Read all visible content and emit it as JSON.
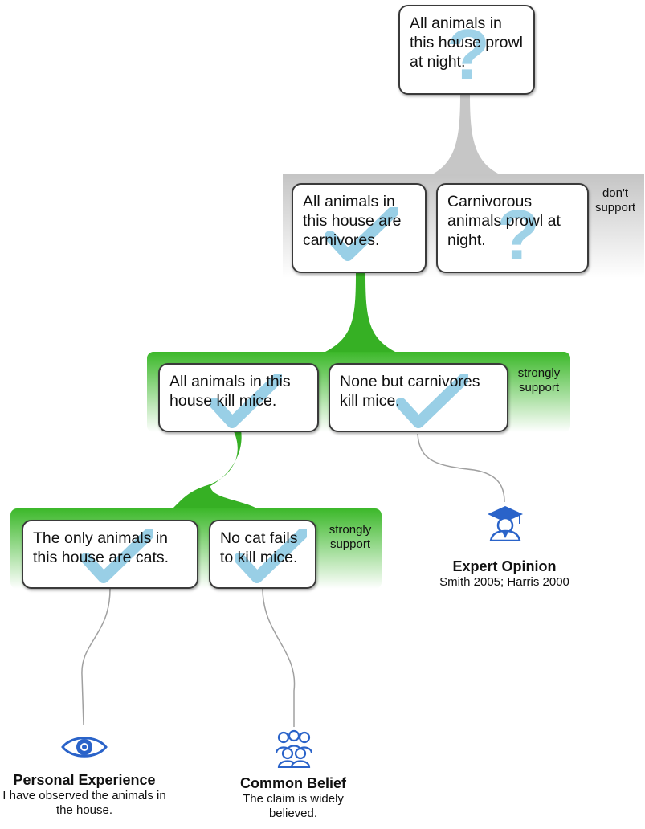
{
  "root": {
    "text": "All animals in this house prowl at night.",
    "status_icon": "question-mark-icon"
  },
  "group1": {
    "relation_label": "don't support",
    "color": "#b8b8b8",
    "premises": [
      {
        "text": "All animals in this house are carnivores.",
        "status_icon": "checkmark-icon"
      },
      {
        "text": "Carnivorous animals prowl at night.",
        "status_icon": "question-mark-icon"
      }
    ]
  },
  "group2": {
    "relation_label": "strongly support",
    "color": "#36b024",
    "premises": [
      {
        "text": "All animals in this house kill mice.",
        "status_icon": "checkmark-icon"
      },
      {
        "text": "None but carnivores kill mice.",
        "status_icon": "checkmark-icon"
      }
    ]
  },
  "group3": {
    "relation_label": "strongly support",
    "color": "#36b024",
    "premises": [
      {
        "text": "The only animals in this house are cats.",
        "status_icon": "checkmark-icon"
      },
      {
        "text": "No cat fails to kill mice.",
        "status_icon": "checkmark-icon"
      }
    ]
  },
  "sources": {
    "expert": {
      "title": "Expert Opinion",
      "desc": "Smith 2005; Harris 2000",
      "icon": "graduate-cap-icon"
    },
    "personal": {
      "title": "Personal Experience",
      "desc": "I have observed the animals in the house.",
      "icon": "eye-icon"
    },
    "common": {
      "title": "Common Belief",
      "desc": "The claim is widely believed.",
      "icon": "group-people-icon"
    }
  },
  "colors": {
    "check": "#7fc3e0",
    "question": "#7fc3e0",
    "icon_blue": "#2a63c9",
    "grey": "#b8b8b8",
    "green": "#36b024"
  }
}
